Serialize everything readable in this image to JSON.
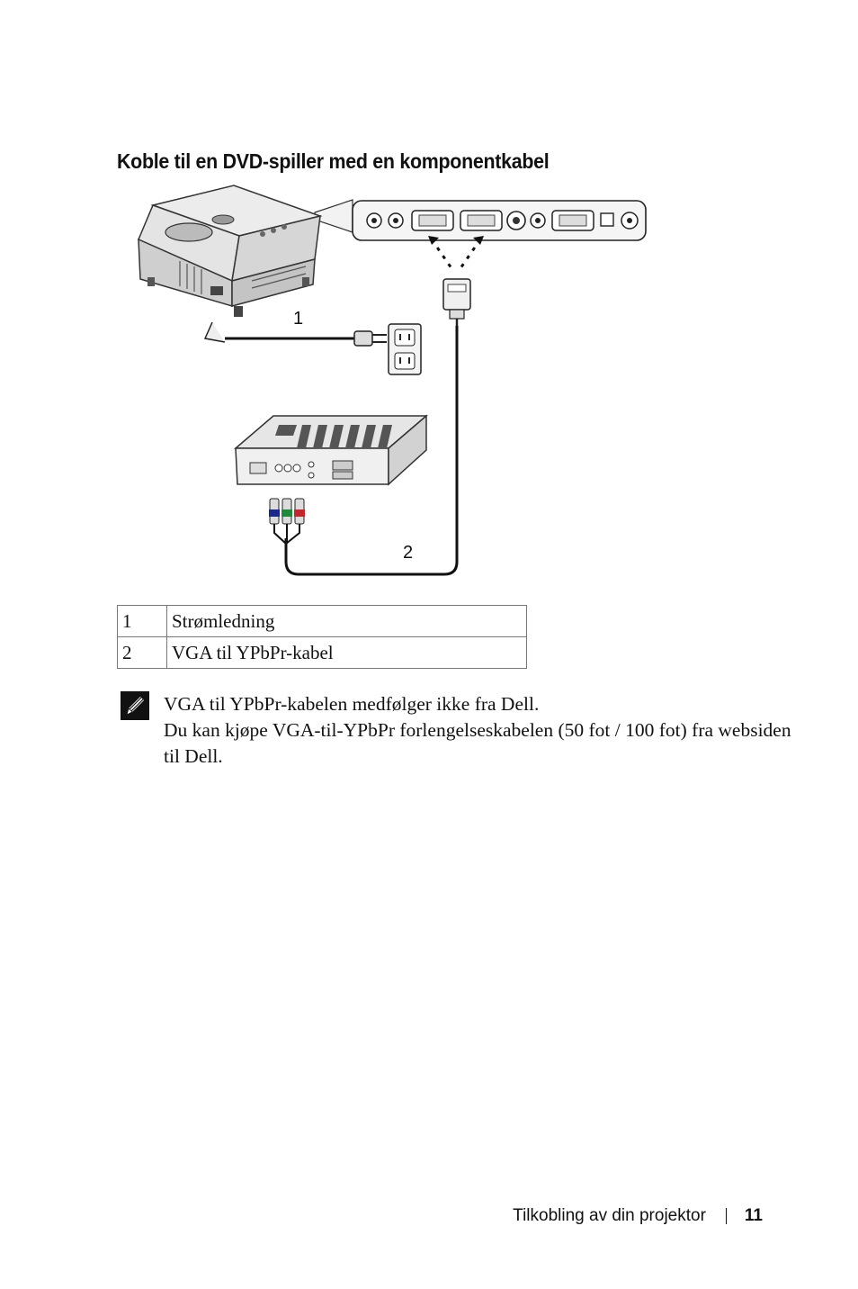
{
  "heading": "Koble til en DVD-spiller med en komponentkabel",
  "diagram": {
    "callout_1": "1",
    "callout_2": "2",
    "icons": [
      "projector",
      "power-cord",
      "wall-outlet",
      "dvd-player",
      "vga-to-ypbpr-cable",
      "rear-panel-ports"
    ]
  },
  "table": {
    "rows": [
      {
        "num": "1",
        "label": "Strømledning"
      },
      {
        "num": "2",
        "label": "VGA til YPbPr-kabel"
      }
    ]
  },
  "note": {
    "icon": "note-pencil-icon",
    "line1": "VGA til YPbPr-kabelen medfølger ikke fra Dell.",
    "line2": "Du kan kjøpe VGA-til-YPbPr forlengelseskabelen (50 fot / 100 fot) fra websiden til Dell."
  },
  "footer": {
    "section": "Tilkobling av din projektor",
    "page": "11"
  }
}
